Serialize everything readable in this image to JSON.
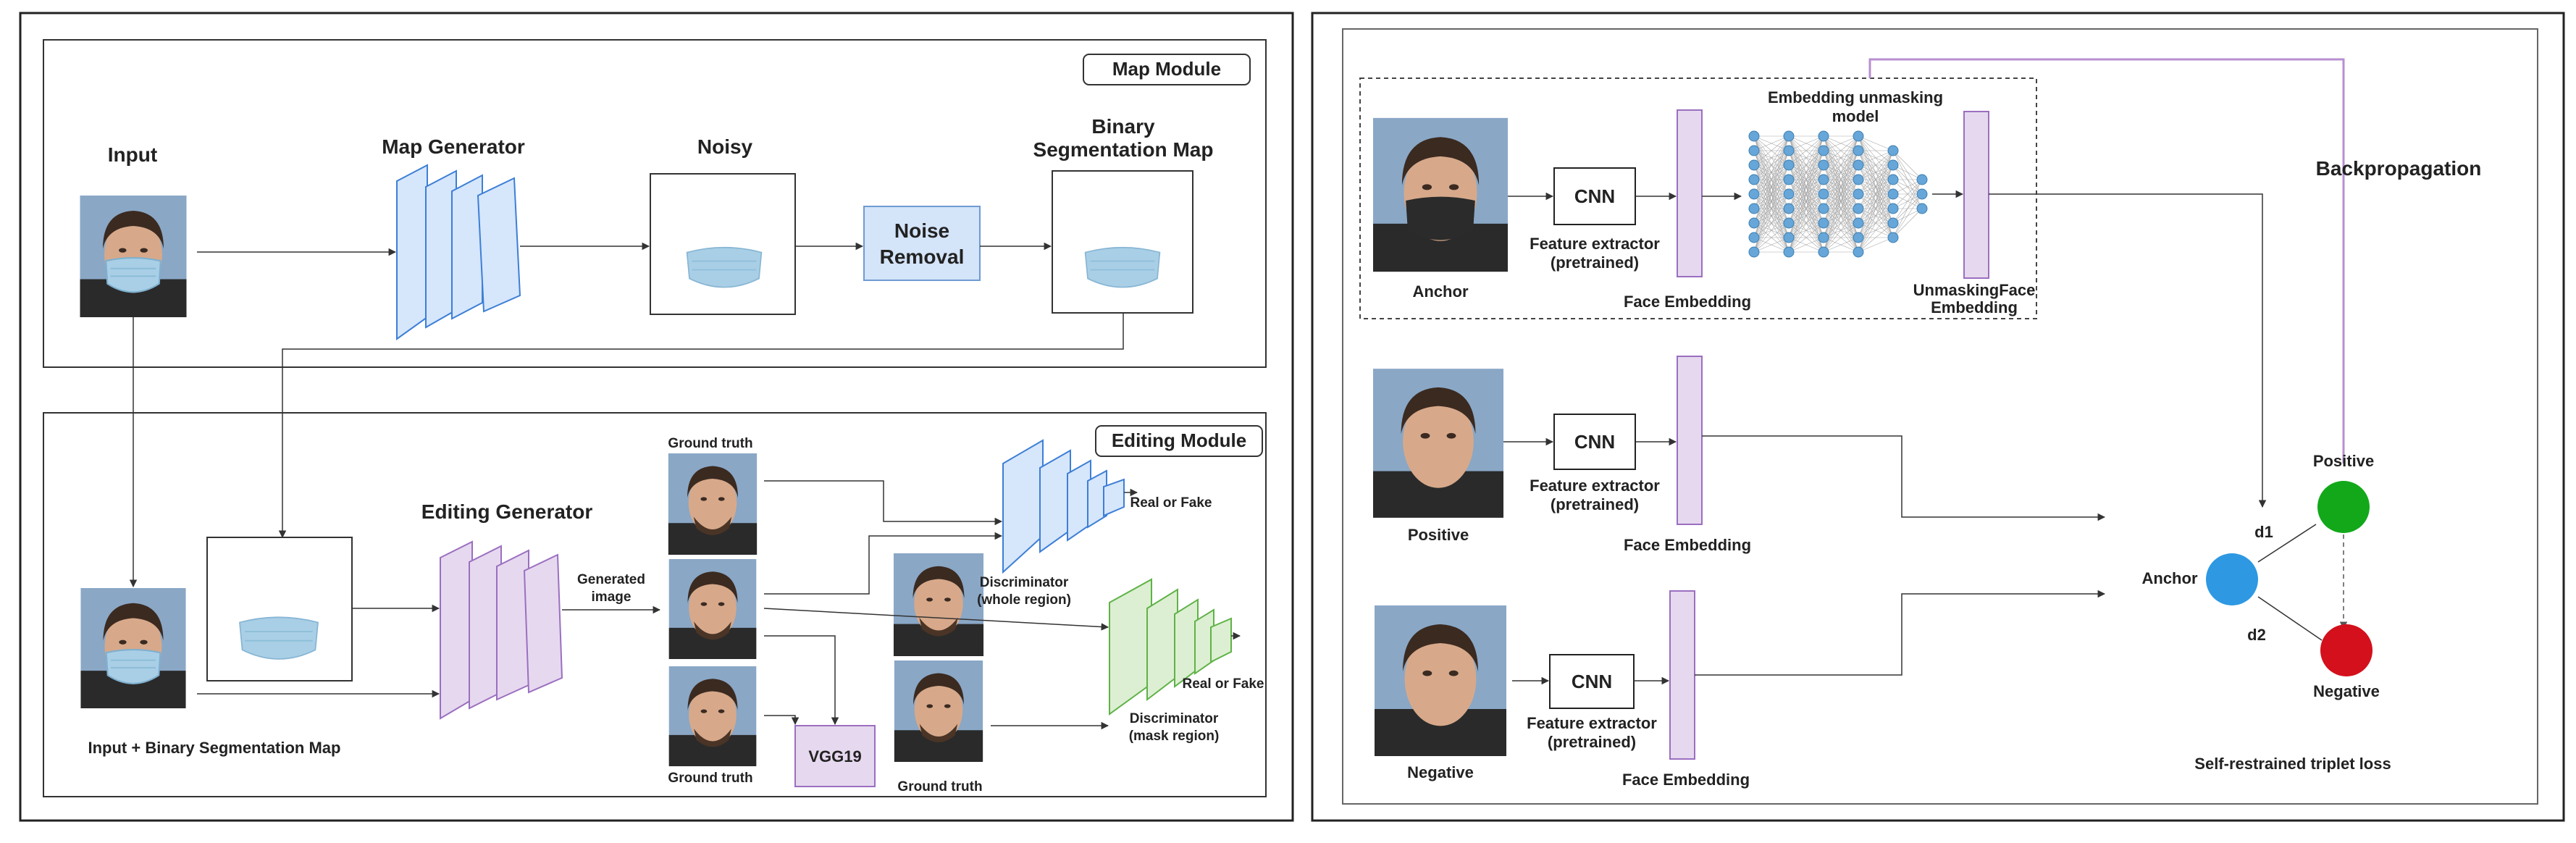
{
  "left_panel": {
    "map_module": {
      "title": "Map Module",
      "input_label": "Input",
      "generator_label": "Map Generator",
      "noisy_label": "Noisy",
      "noise_removal_label_1": "Noise",
      "noise_removal_label_2": "Removal",
      "binary_map_label_1": "Binary",
      "binary_map_label_2": "Segmentation Map"
    },
    "editing_module": {
      "title": "Editing Module",
      "input_combo_label": "Input + Binary Segmentation Map",
      "generator_label": "Editing Generator",
      "generated_label_1": "Generated",
      "generated_label_2": "image",
      "ground_truth_top": "Ground truth",
      "ground_truth_bottom": "Ground truth",
      "ground_truth_right": "Ground truth",
      "vgg_label": "VGG19",
      "real_or_fake_1": "Real or Fake",
      "real_or_fake_2": "Real or Fake",
      "disc_whole_1": "Discriminator",
      "disc_whole_2": "(whole region)",
      "disc_mask_1": "Discriminator",
      "disc_mask_2": "(mask region)"
    }
  },
  "right_panel": {
    "embedding_model_label_1": "Embedding unmasking",
    "embedding_model_label_2": "model",
    "backprop_label": "Backpropagation",
    "unmasking_label_1": "UnmaskingFace",
    "unmasking_label_2": "Embedding",
    "rows": [
      {
        "face_label": "Anchor",
        "cnn_label": "CNN",
        "extractor_1": "Feature extractor",
        "extractor_2": "(pretrained)",
        "embedding_label": "Face Embedding"
      },
      {
        "face_label": "Positive",
        "cnn_label": "CNN",
        "extractor_1": "Feature extractor",
        "extractor_2": "(pretrained)",
        "embedding_label": "Face Embedding"
      },
      {
        "face_label": "Negative",
        "cnn_label": "CNN",
        "extractor_1": "Feature extractor",
        "extractor_2": "(pretrained)",
        "embedding_label": "Face Embedding"
      }
    ],
    "triplet": {
      "positive": "Positive",
      "anchor": "Anchor",
      "negative": "Negative",
      "d1": "d1",
      "d2": "d2",
      "caption": "Self-restrained triplet loss"
    }
  },
  "colors": {
    "blue_block": "#d6e6fb",
    "purple_block": "#e6d9ef",
    "green_block": "#dcefd2",
    "noise_removal_fill": "#d4e4f9",
    "node_fill": "#67a6d8",
    "circle_green": "#12a81a",
    "circle_blue": "#2e98e2",
    "circle_red": "#d3101b",
    "mask_blue": "#a9cfe6",
    "skin": "#d7a98a",
    "hair": "#3b2a20",
    "backprop_line": "#b78fd0"
  }
}
